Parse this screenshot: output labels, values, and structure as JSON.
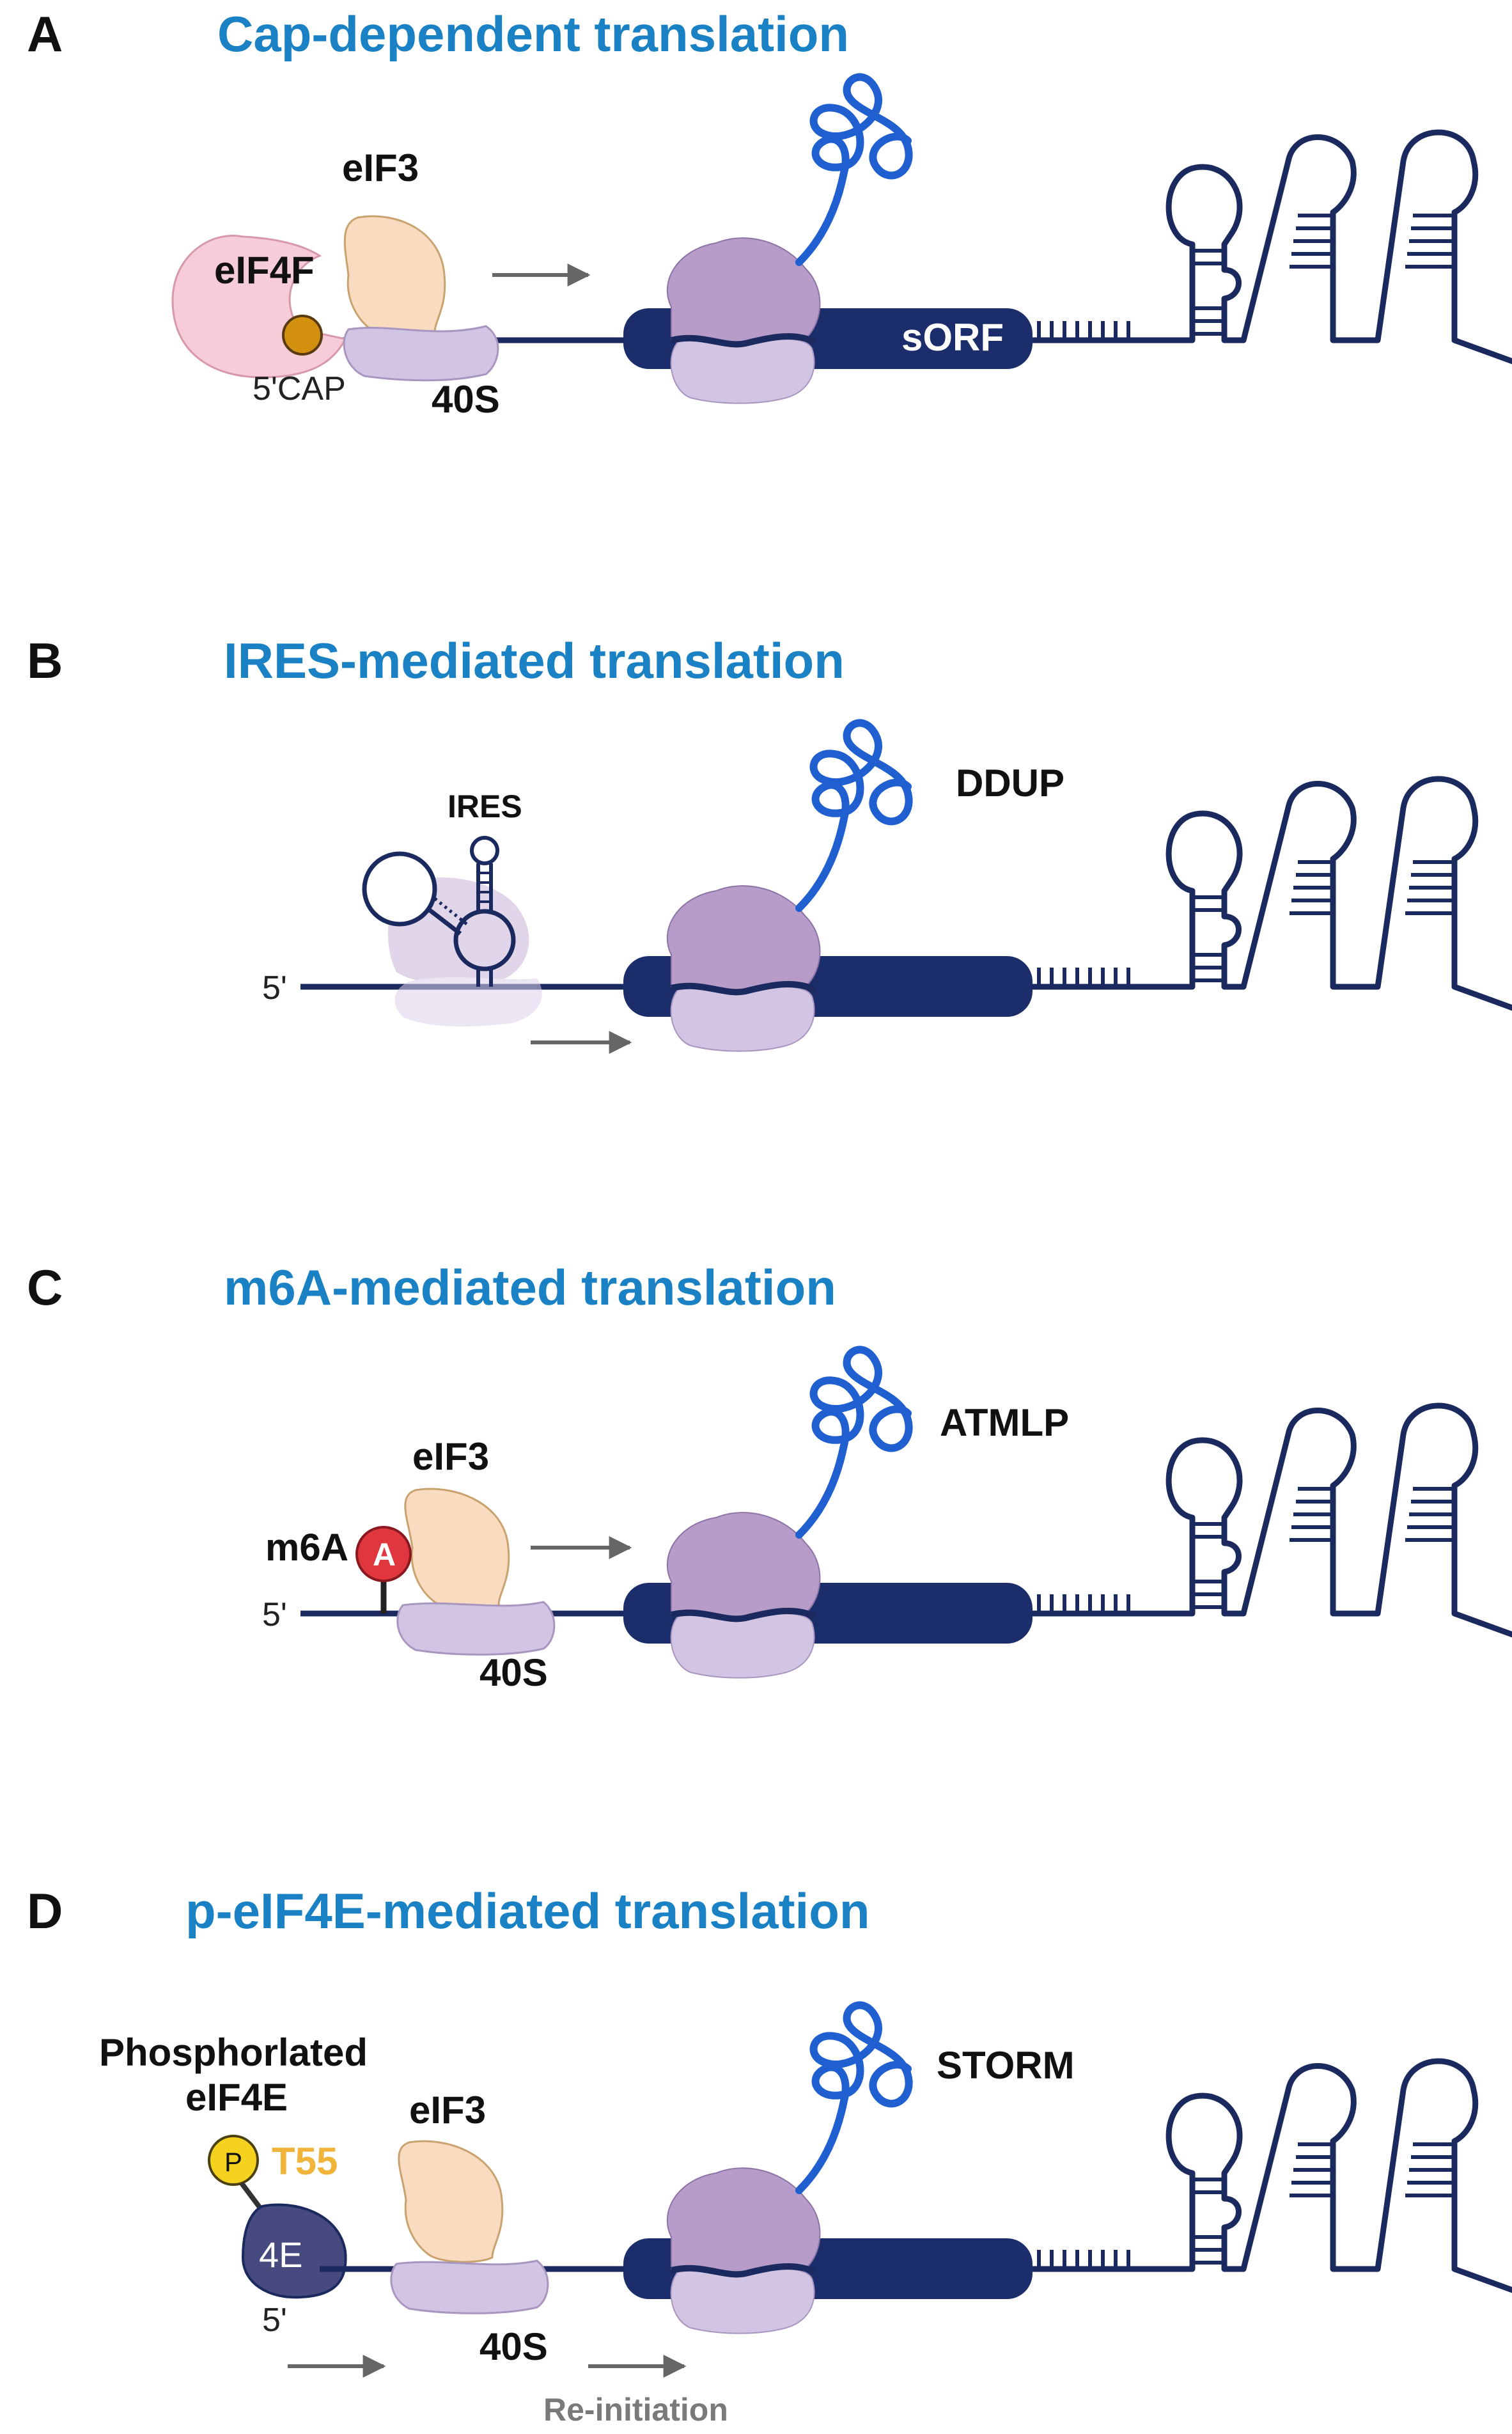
{
  "colors": {
    "title": "#1a82c4",
    "mrna": "#1b2a5e",
    "orf": "#1b2e6b",
    "peptide": "#1f5fd0",
    "ribosome_large": "#b79bc9",
    "ribosome_small": "#d2c4e3",
    "eif3": "#f9dcc0",
    "eif4f": "#f5ccd8",
    "cap": "#d3900f",
    "m6a": "#e0373f",
    "phospho": "#f5d21d",
    "t55": "#f0b43a",
    "eif4e": "#474a7e",
    "arrow": "#666666",
    "reinit": "#7a7a7a"
  },
  "panels": {
    "A": {
      "letter": "A",
      "title": "Cap-dependent translation",
      "eIF3": "eIF3",
      "eIF4F": "eIF4F",
      "cap": "5'CAP",
      "small_subunit": "40S",
      "orf": "sORF"
    },
    "B": {
      "letter": "B",
      "title": "IRES-mediated translation",
      "ires": "IRES",
      "five_prime": "5'",
      "peptide": "DDUP"
    },
    "C": {
      "letter": "C",
      "title": "m6A-mediated translation",
      "eIF3": "eIF3",
      "m6a": "m6A",
      "a_base": "A",
      "five_prime": "5'",
      "small_subunit": "40S",
      "peptide": "ATMLP"
    },
    "D": {
      "letter": "D",
      "title": "p-eIF4E-mediated translation",
      "phospho_line1": "Phosphorlated",
      "phospho_line2": "eIF4E",
      "p": "P",
      "t55": "T55",
      "eif4e": "4E",
      "eIF3": "eIF3",
      "five_prime": "5'",
      "small_subunit": "40S",
      "reinitiation": "Re-initiation",
      "peptide": "STORM"
    }
  }
}
